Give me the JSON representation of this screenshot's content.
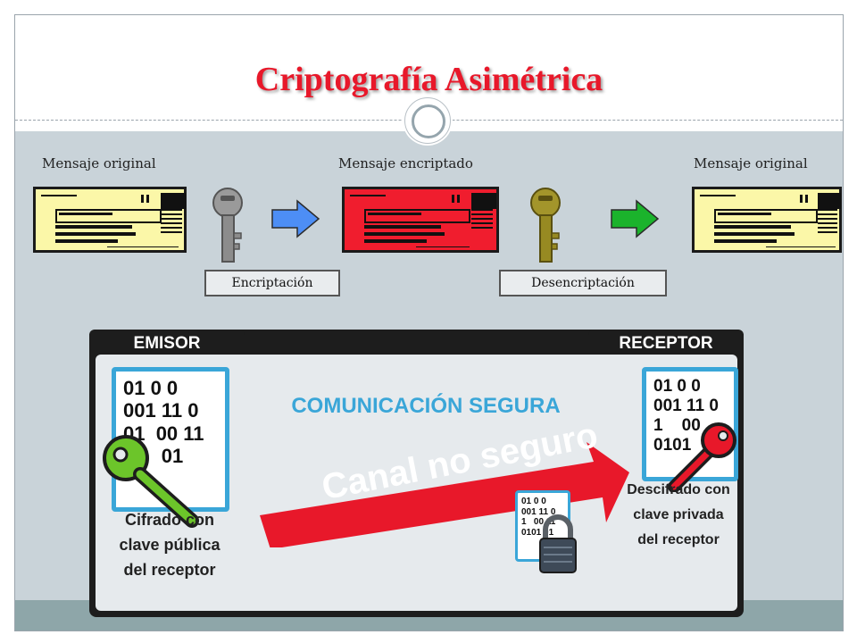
{
  "title": "Criptografía Asimétrica",
  "flow": {
    "labels": {
      "original_left": "Mensaje original",
      "encrypted": "Mensaje encriptado",
      "original_right": "Mensaje original"
    },
    "operations": {
      "encrypt": "Encriptación",
      "decrypt": "Desencriptación"
    },
    "colors": {
      "message_plain": "#fbf7a8",
      "message_encrypted": "#f01d2e",
      "arrow_encrypt": "#4d8ef5",
      "arrow_decrypt": "#1bb32c",
      "key_encrypt": "#9a9a9a",
      "key_decrypt": "#9a8a22"
    }
  },
  "panel": {
    "tab_left": "EMISOR",
    "tab_right": "RECEPTOR",
    "heading": "COMUNICACIÓN SEGURA",
    "channel": "Canal no seguro",
    "sender_bits": "01 0 0\n001 11 0\n01  00 11\n01   01",
    "receiver_bits": "01 0 0\n001 11 0\n1    00\n0101",
    "packet_bits": "01 0 0\n001 11 0\n1   00 11\n0101 01",
    "sender_caption": [
      "Cifrado con",
      "clave pública",
      "del receptor"
    ],
    "receiver_caption": [
      "Descifrado con",
      "clave privada",
      "del receptor"
    ],
    "colors": {
      "heading": "#3aa6d8",
      "public_key": "#6cc52a",
      "private_key": "#e8182a",
      "channel": "#e8182a"
    }
  }
}
